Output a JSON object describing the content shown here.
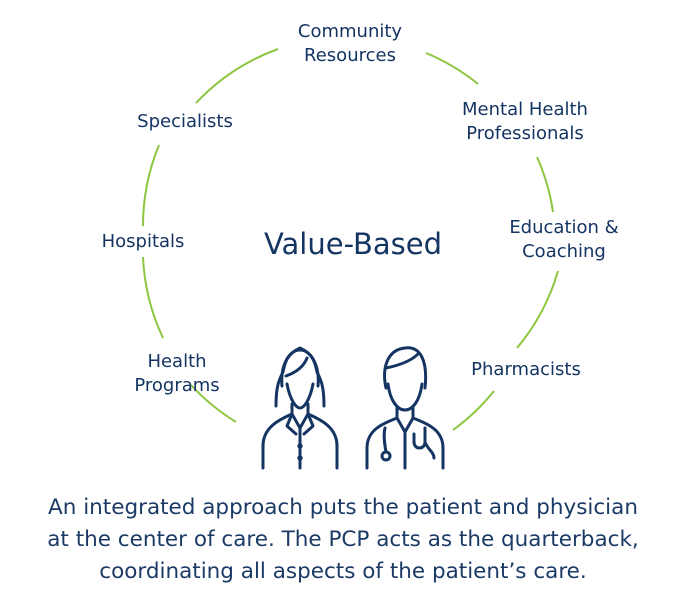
{
  "diagram": {
    "center": "Value-Based",
    "nodes": [
      {
        "id": "community",
        "label": "Community\nResources"
      },
      {
        "id": "mental-health",
        "label": "Mental Health\nProfessionals"
      },
      {
        "id": "education",
        "label": "Education &\nCoaching"
      },
      {
        "id": "pharmacists",
        "label": "Pharmacists"
      },
      {
        "id": "health-programs",
        "label": "Health\nPrograms"
      },
      {
        "id": "hospitals",
        "label": "Hospitals"
      },
      {
        "id": "specialists",
        "label": "Specialists"
      }
    ],
    "colors": {
      "ring": "#8cc63f",
      "text": "#143462",
      "icon": "#143462"
    },
    "icons": [
      "female-patient-icon",
      "male-physician-icon"
    ]
  },
  "caption": "An integrated approach puts the patient and physician\nat the center of care. The PCP acts as the quarterback,\ncoordinating all aspects of the patient’s care."
}
